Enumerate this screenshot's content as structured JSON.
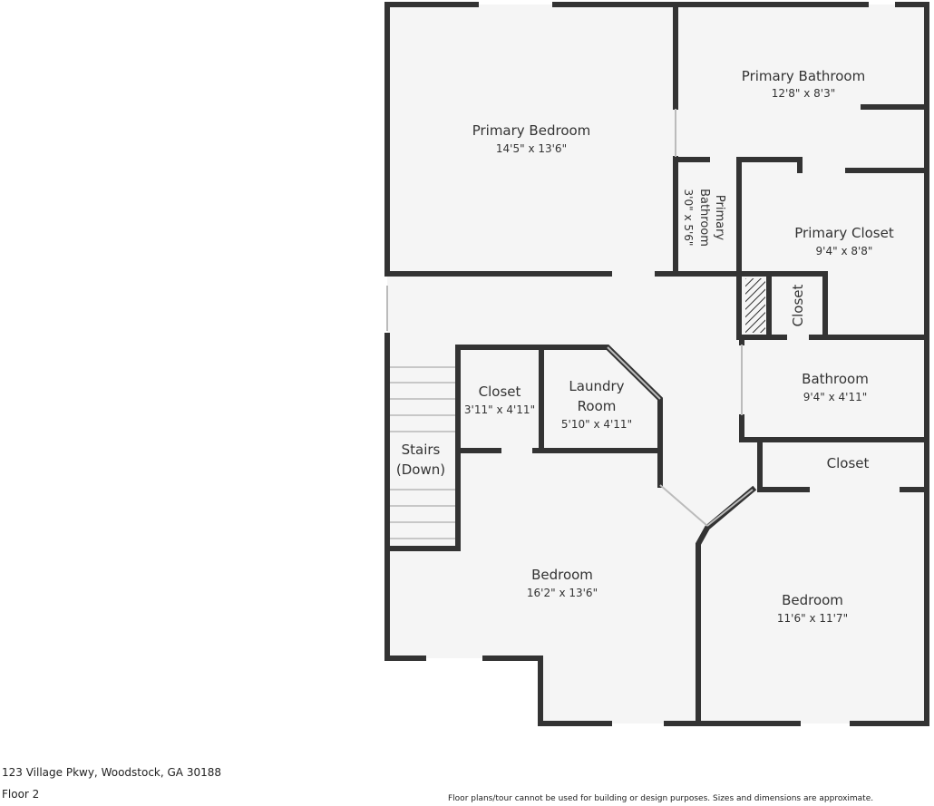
{
  "plan": {
    "wall_color": "#333333",
    "floor_color": "#f5f5f5",
    "rooms": [
      {
        "name": "Primary Bedroom",
        "dims": "14'5\" x 13'6\""
      },
      {
        "name": "Primary Bathroom",
        "dims": "12'8\" x 8'3\""
      },
      {
        "name": "Primary Bathroom",
        "dims": "3'0\" x 5'6\""
      },
      {
        "name": "Primary Closet",
        "dims": "9'4\" x 8'8\""
      },
      {
        "name": "Closet",
        "dims": ""
      },
      {
        "name": "Bathroom",
        "dims": "9'4\" x 4'11\""
      },
      {
        "name": "Closet",
        "dims": ""
      },
      {
        "name": "Closet",
        "dims": "3'11\" x 4'11\""
      },
      {
        "name": "Laundry Room",
        "dims": "5'10\" x 4'11\""
      },
      {
        "name": "Stairs (Down)",
        "dims": ""
      },
      {
        "name": "Bedroom",
        "dims": "16'2\" x 13'6\""
      },
      {
        "name": "Bedroom",
        "dims": "11'6\" x 11'7\""
      }
    ]
  },
  "footer": {
    "address": "123 Village Pkwy, Woodstock, GA 30188",
    "floor": "Floor 2",
    "disclaimer": "Floor plans/tour cannot be used for building or design purposes. Sizes and dimensions are approximate."
  }
}
